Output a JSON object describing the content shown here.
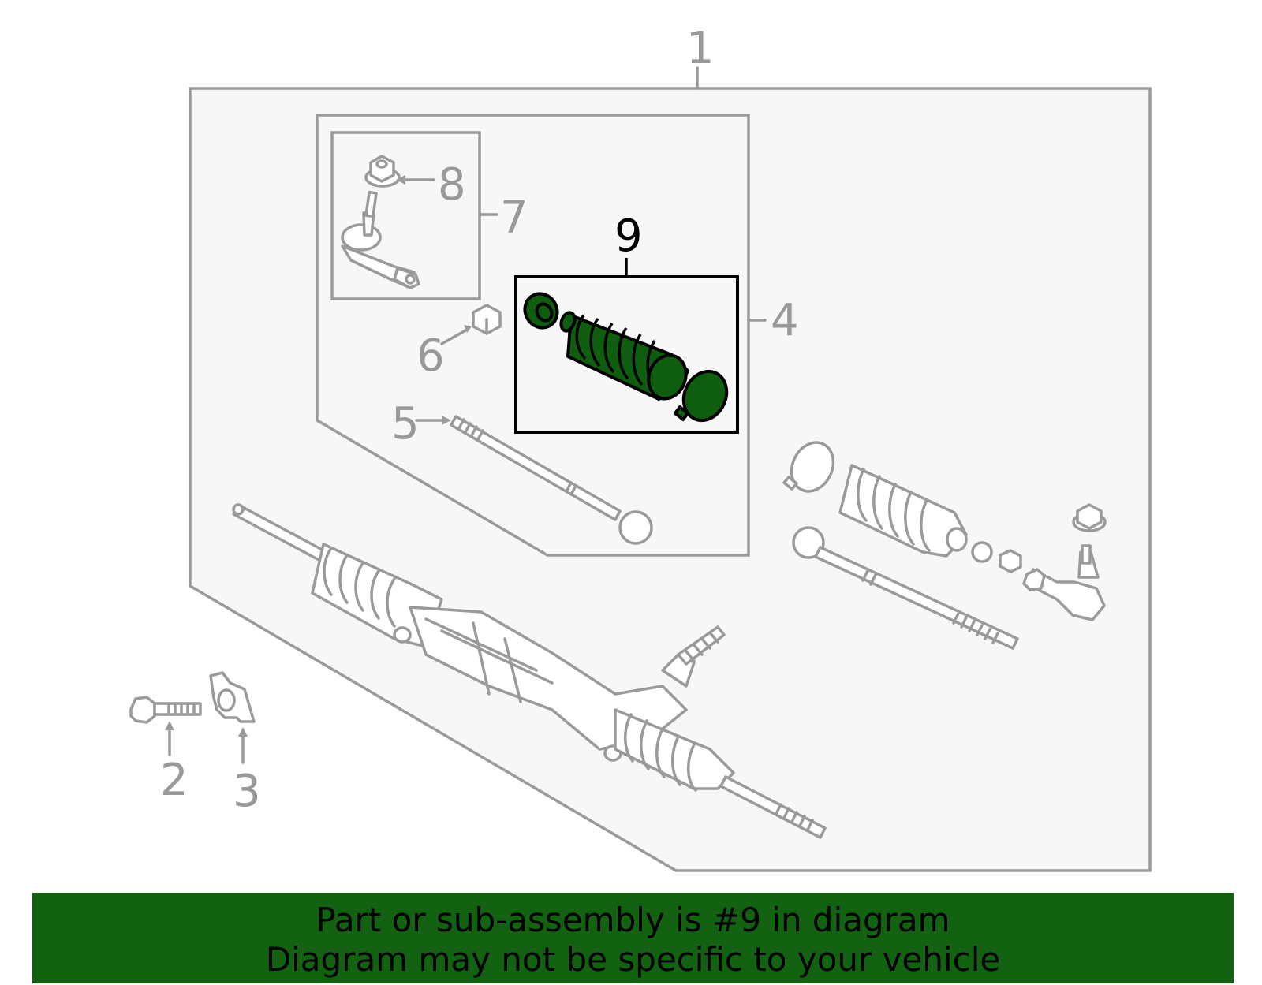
{
  "callouts": {
    "c1": "1",
    "c2": "2",
    "c3": "3",
    "c4": "4",
    "c5": "5",
    "c6": "6",
    "c7": "7",
    "c8": "8",
    "c9": "9"
  },
  "highlighted_part": "9",
  "banner": {
    "line1": "Part or sub-assembly is #9 in diagram",
    "line2": "Diagram may not be specific to your vehicle"
  },
  "colors": {
    "highlight_fill": "#0f5e0f",
    "banner_background": "#136212",
    "parts_stroke": "#9a9a9a",
    "panel_background": "#f7f7f7"
  }
}
